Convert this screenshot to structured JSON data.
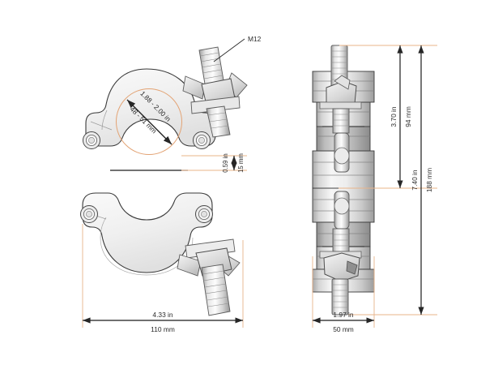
{
  "drawing": {
    "title": "Truss clamp two-view dimensioned drawing",
    "background_color": "#ffffff",
    "line_color": "#3a3a3a",
    "extension_line_color": "#e8b48a",
    "dimension_line_color": "#262626",
    "metal_light": "#f2f2f2",
    "metal_mid": "#d9d9d9",
    "metal_dark": "#b3b3b3"
  },
  "views": {
    "front": {
      "name": "front-view"
    },
    "side": {
      "name": "side-view"
    }
  },
  "callouts": {
    "thread": {
      "label": "M12",
      "name": "thread-callout"
    }
  },
  "dimensions": {
    "bore": {
      "name": "bore-diameter",
      "imperial": "1.88 - 2.00 in",
      "metric": "48 - 51 mm"
    },
    "gap": {
      "name": "gap-height",
      "imperial": "0.59 in",
      "metric": "15 mm"
    },
    "overall_width": {
      "name": "front-overall-width",
      "imperial": "4.33 in",
      "metric": "110 mm"
    },
    "body_height": {
      "name": "side-body-height",
      "imperial": "3.70 in",
      "metric": "94 mm"
    },
    "overall_height": {
      "name": "side-overall-height",
      "imperial": "7.40 in",
      "metric": "188 mm"
    },
    "side_width": {
      "name": "side-overall-width",
      "imperial": "1.97 in",
      "metric": "50 mm"
    }
  }
}
